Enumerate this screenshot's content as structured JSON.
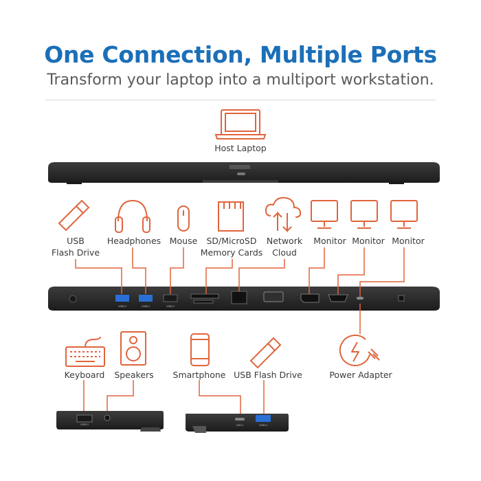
{
  "header": {
    "title": "One Connection, Multiple Ports",
    "subtitle": "Transform your laptop into a multiport workstation."
  },
  "accent_color": "#e0643c",
  "title_color": "#1b6fb8",
  "dock_color": "#2b2b2b",
  "host": {
    "label": "Host Laptop",
    "icon": "laptop-icon"
  },
  "top_devices": [
    {
      "label_line1": "USB",
      "label_line2": "Flash Drive",
      "icon": "usb-flash-drive-icon"
    },
    {
      "label_line1": "Headphones",
      "label_line2": "",
      "icon": "headphones-icon"
    },
    {
      "label_line1": "Mouse",
      "label_line2": "",
      "icon": "mouse-icon"
    },
    {
      "label_line1": "SD/MicroSD",
      "label_line2": "Memory Cards",
      "icon": "sd-card-icon"
    },
    {
      "label_line1": "Network",
      "label_line2": "Cloud",
      "icon": "network-cloud-icon"
    },
    {
      "label_line1": "Monitor",
      "label_line2": "",
      "icon": "monitor-icon"
    },
    {
      "label_line1": "Monitor",
      "label_line2": "",
      "icon": "monitor-icon"
    },
    {
      "label_line1": "Monitor",
      "label_line2": "",
      "icon": "monitor-icon"
    }
  ],
  "bottom_devices": [
    {
      "label": "Keyboard",
      "icon": "keyboard-icon"
    },
    {
      "label": "Speakers",
      "icon": "speaker-icon"
    },
    {
      "label": "Smartphone",
      "icon": "smartphone-icon"
    },
    {
      "label": "USB Flash Drive",
      "icon": "usb-flash-drive-icon"
    },
    {
      "label": "Power Adapter",
      "icon": "power-adapter-icon"
    }
  ],
  "port_labels": {
    "usb30": "USB3.0",
    "usb20": "USB2.0",
    "usbc": "USB-C"
  }
}
